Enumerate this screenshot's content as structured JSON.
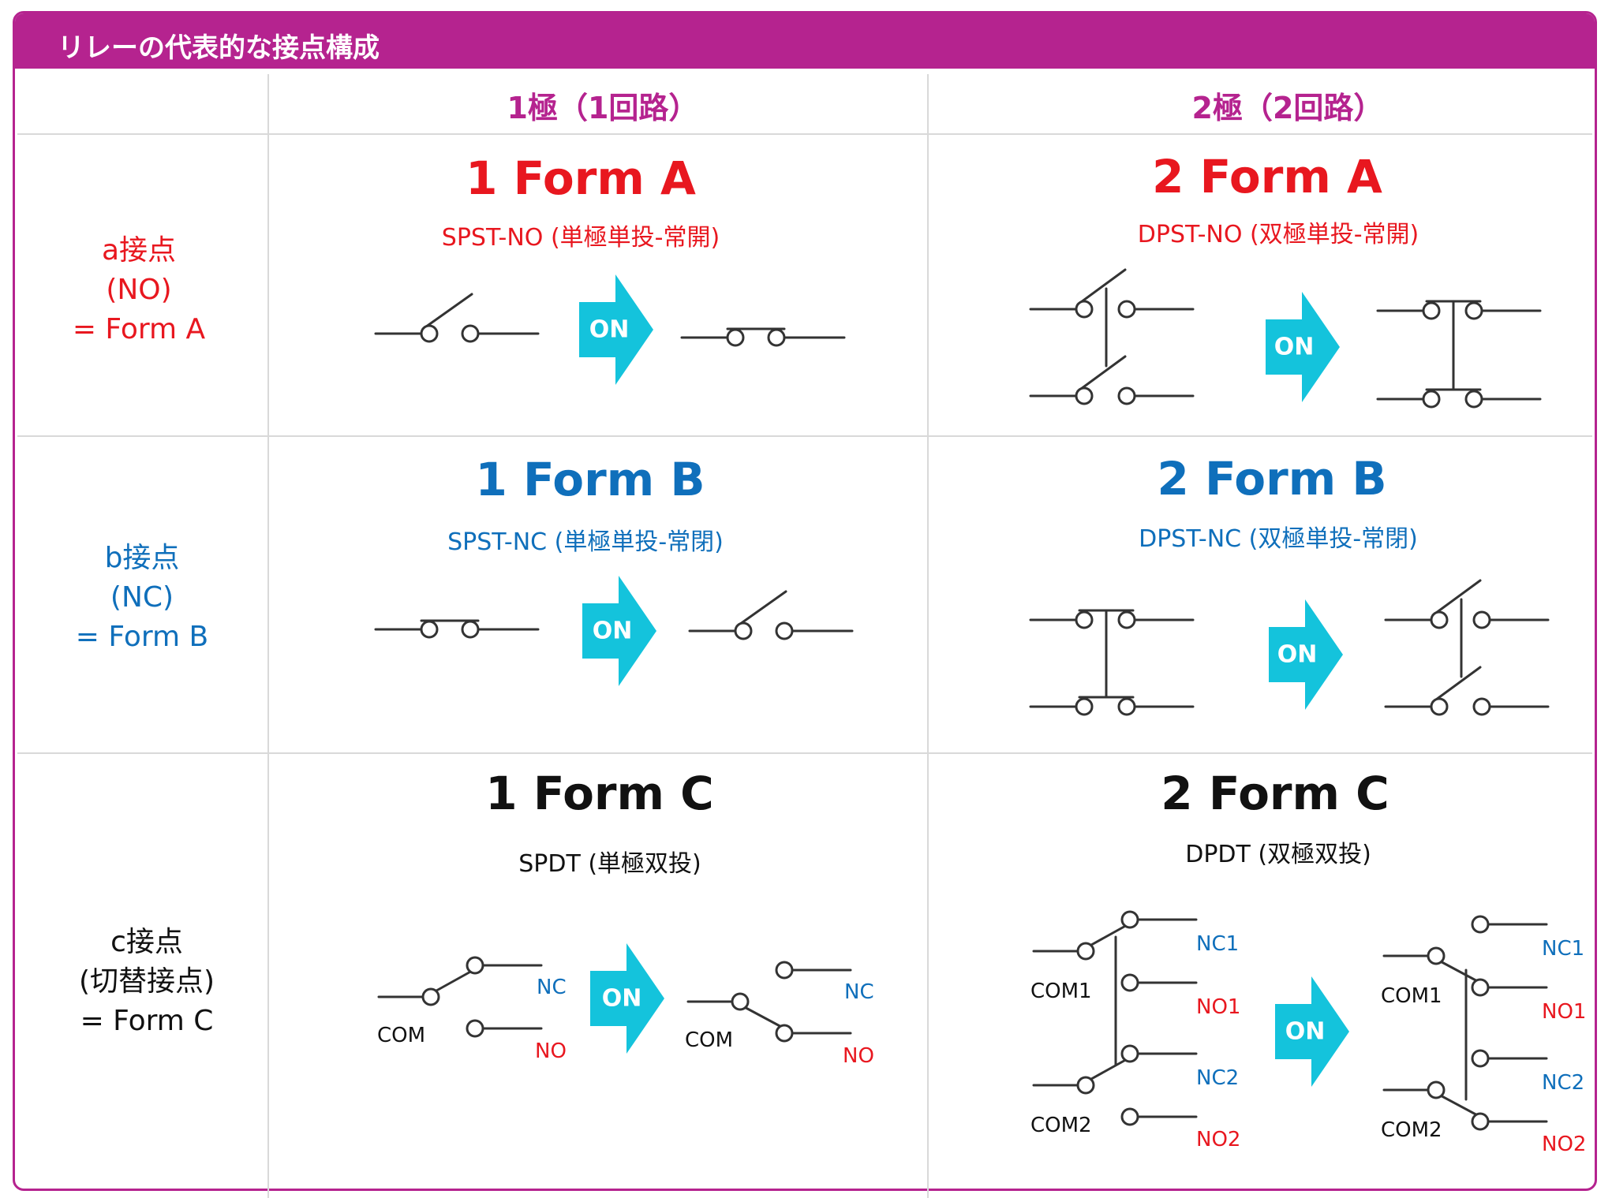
{
  "title": "リレーの代表的な接点構成",
  "colors": {
    "magenta": "#b5238f",
    "red": "#e8171f",
    "blue": "#0f6fbb",
    "cyan": "#14c3dc",
    "line": "#333333"
  },
  "columns": [
    "1極（1回路）",
    "2極（2回路）"
  ],
  "rows": [
    {
      "l1": "a接点",
      "l2": "(NO)",
      "l3": "= Form A"
    },
    {
      "l1": "b接点",
      "l2": "(NC)",
      "l3": "= Form B"
    },
    {
      "l1": "c接点",
      "l2": "(切替接点)",
      "l3": "= Form C"
    }
  ],
  "cells": {
    "a1": {
      "title": "1 Form A",
      "sub": "SPST-NO (単極単投-常開)"
    },
    "a2": {
      "title": "2 Form A",
      "sub": "DPST-NO (双極単投-常開)"
    },
    "b1": {
      "title": "1 Form B",
      "sub": "SPST-NC (単極単投-常閉)"
    },
    "b2": {
      "title": "2 Form B",
      "sub": "DPST-NC (双極単投-常閉)"
    },
    "c1": {
      "title": "1 Form C",
      "sub": "SPDT (単極双投)"
    },
    "c2": {
      "title": "2 Form C",
      "sub": "DPDT (双極双投)"
    }
  },
  "on_label": "ON",
  "labels": {
    "nc": "NC",
    "no": "NO",
    "com": "COM",
    "nc1": "NC1",
    "no1": "NO1",
    "nc2": "NC2",
    "no2": "NO2",
    "com1": "COM1",
    "com2": "COM2"
  }
}
